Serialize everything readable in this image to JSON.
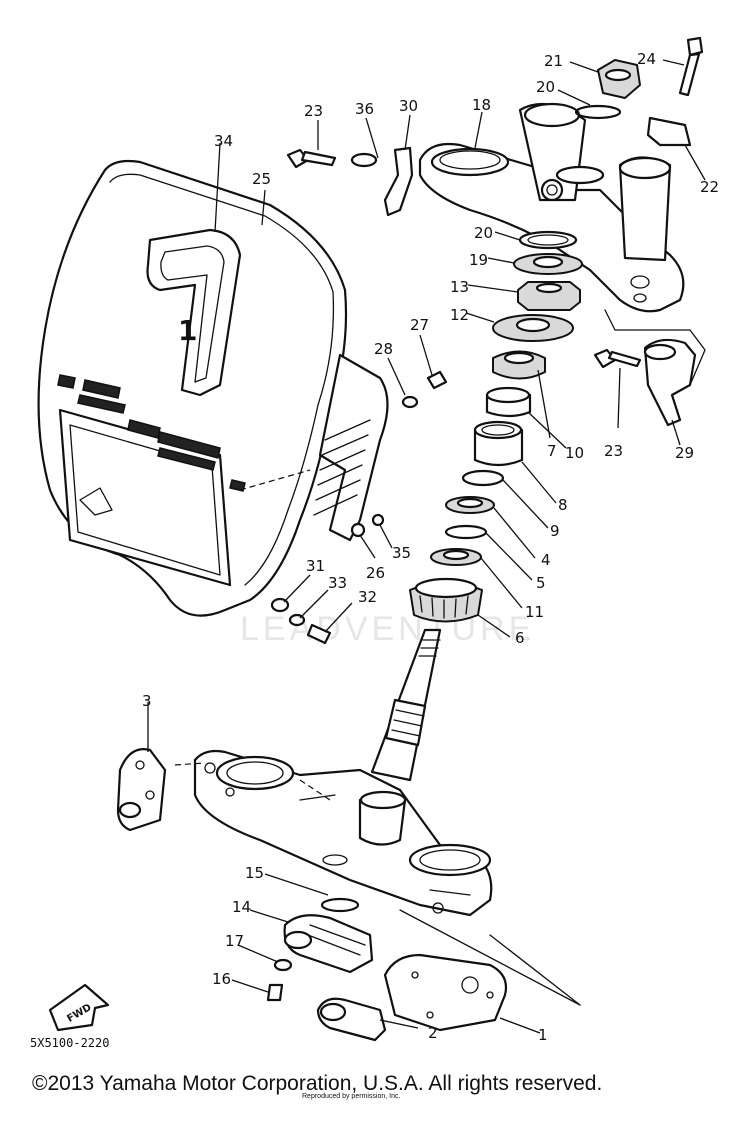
{
  "callouts": [
    {
      "id": "c1",
      "label": "1"
    },
    {
      "id": "c2",
      "label": "2"
    },
    {
      "id": "c3",
      "label": "3"
    },
    {
      "id": "c4",
      "label": "4"
    },
    {
      "id": "c5",
      "label": "5"
    },
    {
      "id": "c6",
      "label": "6"
    },
    {
      "id": "c7",
      "label": "7"
    },
    {
      "id": "c8",
      "label": "8"
    },
    {
      "id": "c9",
      "label": "9"
    },
    {
      "id": "c10",
      "label": "10"
    },
    {
      "id": "c11",
      "label": "11"
    },
    {
      "id": "c12",
      "label": "12"
    },
    {
      "id": "c13",
      "label": "13"
    },
    {
      "id": "c14",
      "label": "14"
    },
    {
      "id": "c15",
      "label": "15"
    },
    {
      "id": "c16",
      "label": "16"
    },
    {
      "id": "c17",
      "label": "17"
    },
    {
      "id": "c18",
      "label": "18"
    },
    {
      "id": "c19",
      "label": "19"
    },
    {
      "id": "c20a",
      "label": "20"
    },
    {
      "id": "c20b",
      "label": "20"
    },
    {
      "id": "c21",
      "label": "21"
    },
    {
      "id": "c22",
      "label": "22"
    },
    {
      "id": "c23a",
      "label": "23"
    },
    {
      "id": "c23b",
      "label": "23"
    },
    {
      "id": "c24",
      "label": "24"
    },
    {
      "id": "c25",
      "label": "25"
    },
    {
      "id": "c26",
      "label": "26"
    },
    {
      "id": "c27",
      "label": "27"
    },
    {
      "id": "c28",
      "label": "28"
    },
    {
      "id": "c29",
      "label": "29"
    },
    {
      "id": "c30",
      "label": "30"
    },
    {
      "id": "c31",
      "label": "31"
    },
    {
      "id": "c32",
      "label": "32"
    },
    {
      "id": "c33",
      "label": "33"
    },
    {
      "id": "c34",
      "label": "34"
    },
    {
      "id": "c35",
      "label": "35"
    },
    {
      "id": "c36",
      "label": "36"
    }
  ],
  "diagram_code": "5X5100-2220",
  "fwd_marker": "FWD",
  "plate_number": "1",
  "copyright": "©2013 Yamaha Motor Corporation, U.S.A. All rights reserved.",
  "fine_print": "Reproduced by permission, Inc.",
  "watermark": "LEADVENTURE"
}
